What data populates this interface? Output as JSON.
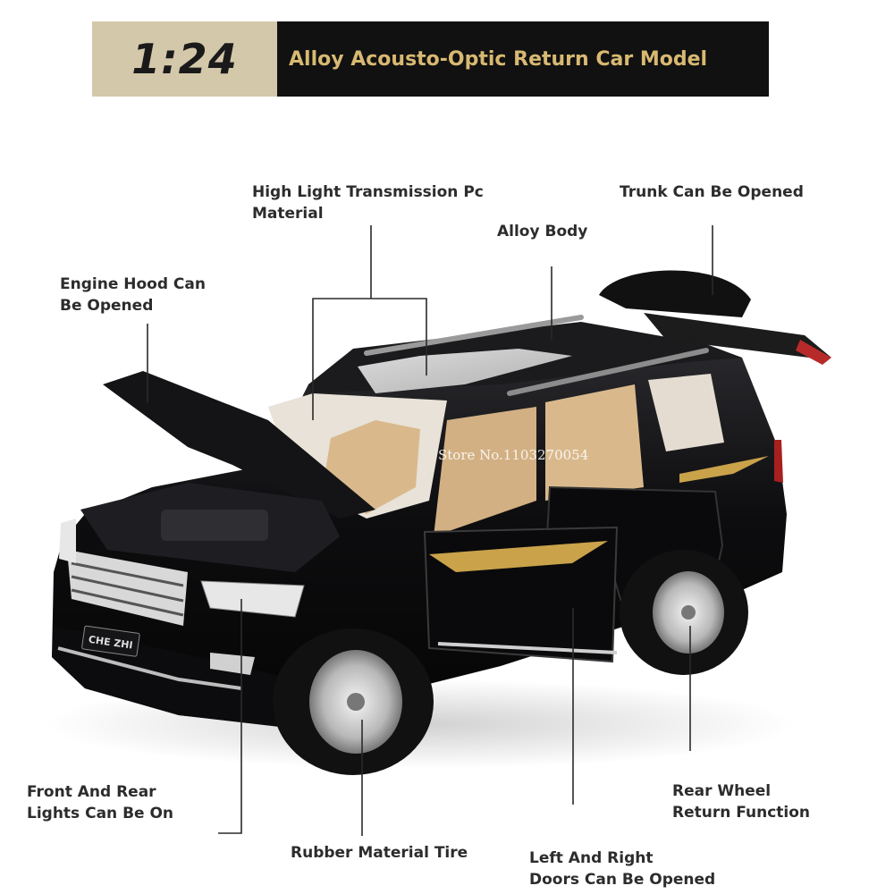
{
  "banner": {
    "scale": "1:24",
    "title": "Alloy Acousto-Optic Return Car Model",
    "scale_bg": "#d4c8aa",
    "title_bg": "#111111",
    "title_color": "#d8b972"
  },
  "labels": {
    "pc_material": "High Light Transmission Pc",
    "pc_material_2": "Material",
    "trunk": "Trunk Can Be Opened",
    "alloy_body": "Alloy Body",
    "hood_1": "Engine Hood Can",
    "hood_2": "Be Opened",
    "lights_1": "Front And Rear",
    "lights_2": "Lights Can Be On",
    "tire": "Rubber Material Tire",
    "doors_1": "Left And Right",
    "doors_2": "Doors Can Be Opened",
    "rear_wheel_1": "Rear Wheel",
    "rear_wheel_2": "Return Function"
  },
  "car": {
    "plate_text": "CHE ZHI",
    "body_color": "#0d0d0f",
    "interior_color": "#d9b98c",
    "stripe_color": "#c9a24a"
  },
  "watermark": "Store No.1103270054"
}
